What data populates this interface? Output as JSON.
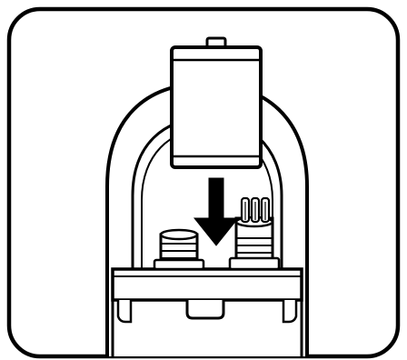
{
  "illustration": {
    "subject": "battery-insertion-instruction",
    "icons": [
      "frame-outline",
      "device-body",
      "battery-icon",
      "down-arrow-icon",
      "connector-left",
      "connector-right-with-pins"
    ],
    "colors": {
      "stroke": "#000000",
      "fill": "#ffffff",
      "background": "#ffffff"
    }
  }
}
